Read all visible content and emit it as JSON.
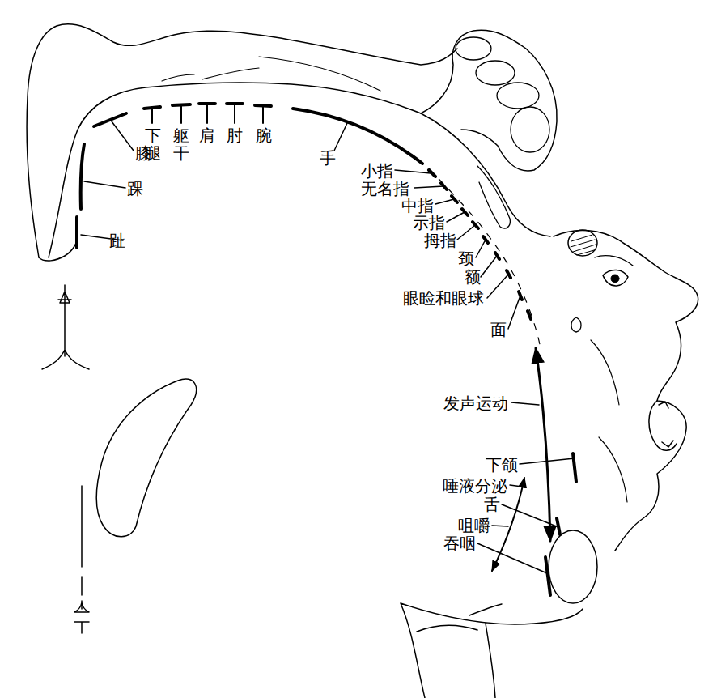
{
  "diagram": {
    "labels": [
      "趾",
      "踝",
      "膝",
      "下腿",
      "躯干",
      "肩",
      "肘",
      "腕",
      "手",
      "小指",
      "无名指",
      "中指",
      "示指",
      "拇指",
      "颈",
      "额",
      "眼睑和眼球",
      "面",
      "发声运动",
      "下颌",
      "唾液分泌",
      "舌",
      "咀嚼",
      "吞咽"
    ]
  }
}
